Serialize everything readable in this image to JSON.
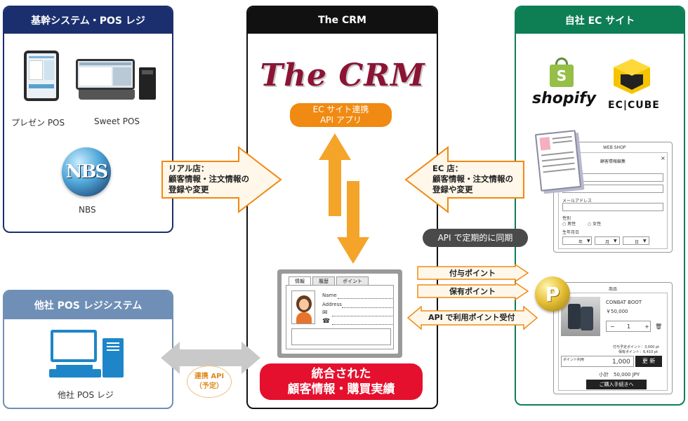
{
  "panels": {
    "core": {
      "title": "基幹システム・POS レジ",
      "presen_label": "プレゼン POS",
      "sweet_label": "Sweet POS",
      "nbs_label": "NBS"
    },
    "crm": {
      "title": "The CRM",
      "logo_text": "The CRM",
      "ec_api_line1": "EC サイト連携",
      "ec_api_line2": "API アプリ",
      "unified_line1": "統合された",
      "unified_line2": "顧客情報・購買実績"
    },
    "ec": {
      "title": "自社 EC サイト",
      "shopify": "shopify",
      "eccube": "EC|CUBE"
    },
    "other": {
      "title": "他社 POS レジシステム",
      "label": "他社 POS レジ"
    }
  },
  "arrows": {
    "real_line1": "リアル店：",
    "real_line2": "顧客情報・注文情報の",
    "real_line3": "登録や変更",
    "ec_line1": "EC 店：",
    "ec_line2": "顧客情報・注文情報の",
    "ec_line3": "登録や変更",
    "sync": "API で定期的に同期",
    "grant": "付与ポイント",
    "hold": "保有ポイント",
    "use": "API で利用ポイント受付",
    "link_line1": "連携 API",
    "link_line2": "（予定）"
  },
  "card": {
    "tab1": "情報",
    "tab2": "履歴",
    "tab3": "ポイント",
    "name": "Name",
    "address": "Address"
  },
  "webshop": {
    "title": "WEB SHOP",
    "subtitle": "顧客情報編集",
    "mail": "メールアドレス",
    "gender": "性別",
    "male": "男性",
    "female": "女性",
    "birthday": "生年月日",
    "sel1": "年",
    "sel2": "月",
    "sel3": "日"
  },
  "product": {
    "section": "商品",
    "name": "CONBAT BOOT",
    "price": "￥50,000",
    "qty": "1",
    "minus": "−",
    "plus": "+",
    "grant_pt": "付与予定ポイント：3,000 pt",
    "hold_pt": "保有ポイント：6,410 pt",
    "use_label": "ポイント利用",
    "use_value": "1,000",
    "update": "更 新",
    "subtotal": "小計　50,000 JPY",
    "checkout": "ご購入手続きへ"
  },
  "colors": {
    "navy": "#1b2f6e",
    "green": "#0e7e55",
    "orange": "#f08a12",
    "red": "#e5102e",
    "blue": "#1e86c8",
    "steel": "#6f8fb6"
  }
}
